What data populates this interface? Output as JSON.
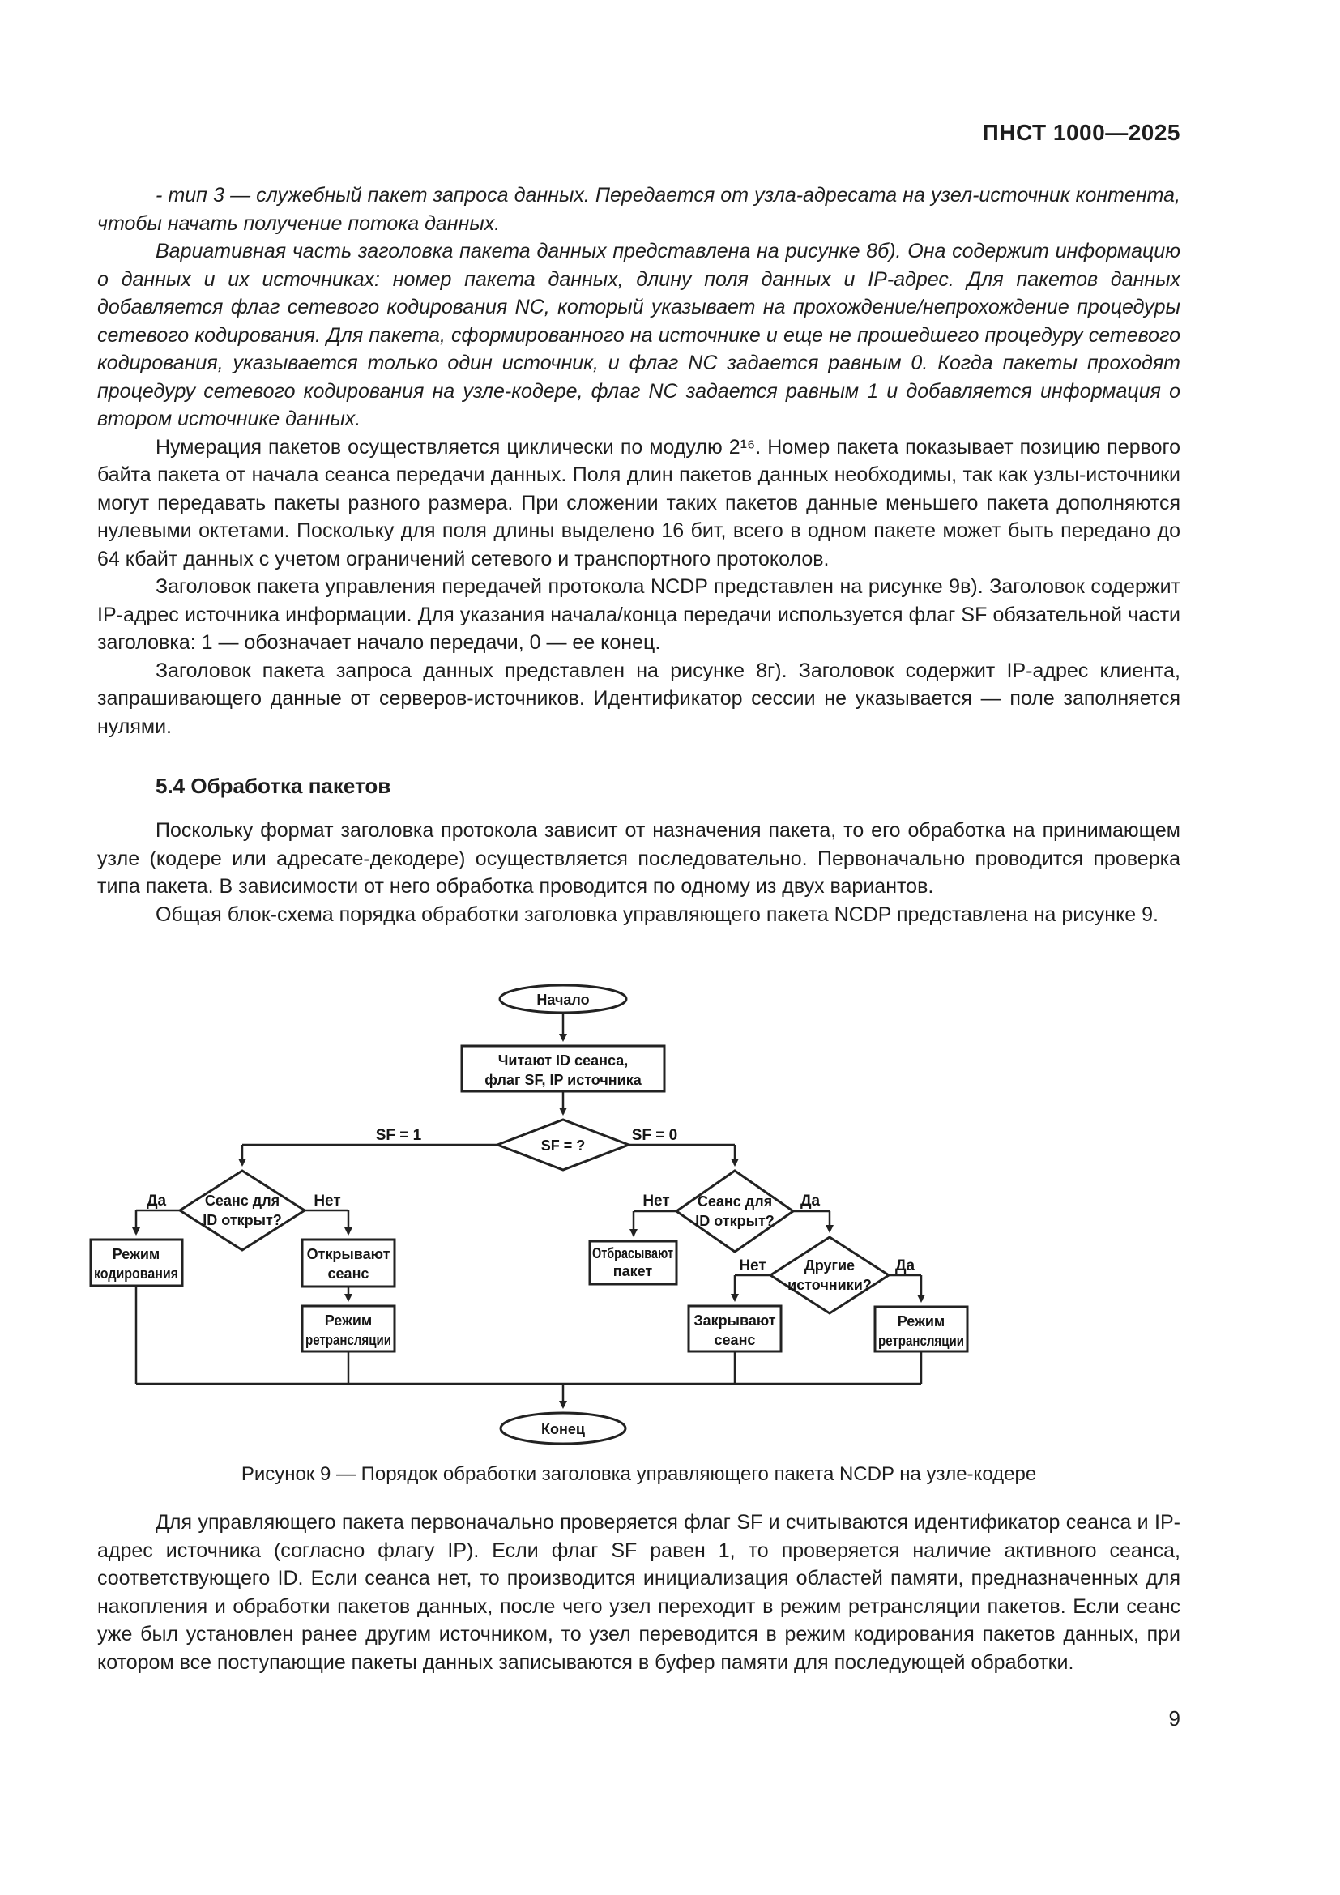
{
  "page": {
    "header": "ПНСТ 1000—2025",
    "page_number": "9"
  },
  "content": {
    "para1": "- тип 3 — служебный пакет запроса данных. Передается от узла-адресата на узел-источник контента, чтобы начать получение потока данных.",
    "para2": "Вариативная часть заголовка пакета данных представлена на рисунке 8б). Она содержит информацию о данных и их источниках: номер пакета данных, длину поля данных и IP-адрес. Для пакетов данных добавляется флаг сетевого кодирования NC, который указывает на прохождение/непрохождение процедуры сетевого кодирования. Для пакета, сформированного на источнике и еще не прошедшего процедуру сетевого кодирования, указывается только один источник, и флаг NC задается равным 0. Когда пакеты проходят процедуру сетевого кодирования на узле-кодере, флаг NC задается равным 1 и добавляется информация о втором источнике данных.",
    "para3": "Нумерация пакетов осуществляется циклически по модулю 2¹⁶. Номер пакета показывает позицию первого байта пакета от начала сеанса передачи данных. Поля длин пакетов данных необходимы, так как узлы-источники могут передавать пакеты разного размера. При сложении таких пакетов данные меньшего пакета дополняются нулевыми октетами. Поскольку для поля длины выделено 16 бит, всего в одном пакете может быть передано до 64 кбайт данных с учетом ограничений сетевого и транспортного протоколов.",
    "para4": "Заголовок пакета управления передачей протокола NCDP представлен на рисунке 9в). Заголовок содержит IP-адрес источника информации. Для указания начала/конца передачи используется флаг SF обязательной части заголовка: 1 — обозначает начало передачи, 0 — ее конец.",
    "para5": "Заголовок пакета запроса данных представлен на рисунке 8г). Заголовок содержит IP-адрес клиента, запрашивающего данные от серверов-источников. Идентификатор сессии не указывается — поле заполняется нулями.",
    "heading": "5.4 Обработка пакетов",
    "para6": "Поскольку формат заголовка протокола зависит от назначения пакета, то его обработка на принимающем узле (кодере или адресате-декодере) осуществляется последовательно. Первоначально проводится проверка типа пакета. В зависимости от него обработка проводится по одному из двух вариантов.",
    "para7": "Общая блок-схема порядка обработки заголовка управляющего пакета NCDP представлена на рисунке 9.",
    "caption": "Рисунок 9 — Порядок обработки заголовка управляющего пакета NCDP на узле-кодере",
    "para8": "Для управляющего пакета первоначально проверяется флаг SF и считываются идентификатор сеанса и IP-адрес источника (согласно флагу IP). Если флаг SF равен 1, то проверяется наличие активного сеанса, соответствующего ID. Если сеанса нет, то производится инициализация областей памяти, предназначенных для накопления и обработки пакетов данных, после чего узел переходит в режим ретрансляции пакетов. Если сеанс уже был установлен ранее другим источником, то узел переводится в режим кодирования пакетов данных, при котором все поступающие пакеты данных записываются в буфер памяти для последующей обработки."
  },
  "flowchart": {
    "start": "Начало",
    "read": [
      "Читают ID сеанса,",
      "флаг SF, IP источника"
    ],
    "sf_check": "SF = ?",
    "sf1": "SF = 1",
    "sf0": "SF = 0",
    "yes": "Да",
    "no": "Нет",
    "session_open_q": [
      "Сеанс для",
      "ID открыт?"
    ],
    "other_sources_q": [
      "Другие",
      "источники?"
    ],
    "encode_mode": [
      "Режим",
      "кодирования"
    ],
    "open_session": [
      "Открывают",
      "сеанс"
    ],
    "relay_mode": [
      "Режим",
      "ретрансляции"
    ],
    "discard_packet": [
      "Отбрасывают",
      "пакет"
    ],
    "close_session": [
      "Закрывают",
      "сеанс"
    ],
    "end": "Конец"
  }
}
